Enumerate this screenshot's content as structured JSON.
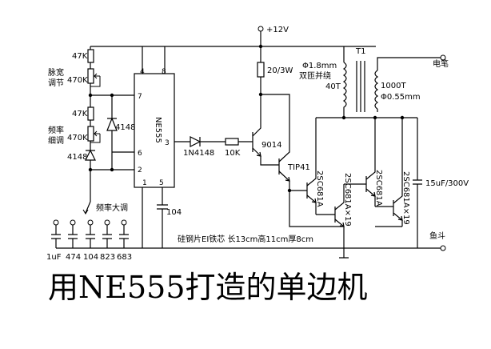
{
  "supply_label": "+12V",
  "ic": {
    "name": "NE555",
    "pins": [
      "4",
      "8",
      "7",
      "6",
      "2",
      "1",
      "5",
      "3"
    ]
  },
  "left_controls": {
    "pulse_width_label": [
      "脉宽",
      "调节"
    ],
    "freq_fine_label": [
      "频率",
      "细调"
    ],
    "freq_coarse_label": "频率大调",
    "r1": "47K",
    "pot1": "470K",
    "r2": "47K",
    "pot2": "470K",
    "diode_top": "4148",
    "diode_bottom": "4148"
  },
  "capacitors": [
    "1uF",
    "474",
    "104",
    "823",
    "683"
  ],
  "cap_pin5": "104",
  "drive": {
    "diode": "1N4148",
    "resistor": "10K",
    "t1": "9014",
    "t2": "TIP41",
    "collector_res": "20/3W"
  },
  "outputs": {
    "q_a": "2SC681A",
    "q_b": "2SC681A×19",
    "q_c": "2SC681A",
    "q_d": "2SC681A×19"
  },
  "transformer": {
    "name": "T1",
    "primary": [
      "Φ1.8mm",
      "双匝并绕",
      "40T"
    ],
    "secondary": [
      "1000T",
      "Φ0.55mm"
    ],
    "cap": "15uF/300V"
  },
  "terminals": {
    "pen": "电笔",
    "fish": "鱼斗"
  },
  "core_note": "硅钢片EI铁芯 长13cm高11cm厚8cm",
  "title": "用NE555打造的单边机"
}
